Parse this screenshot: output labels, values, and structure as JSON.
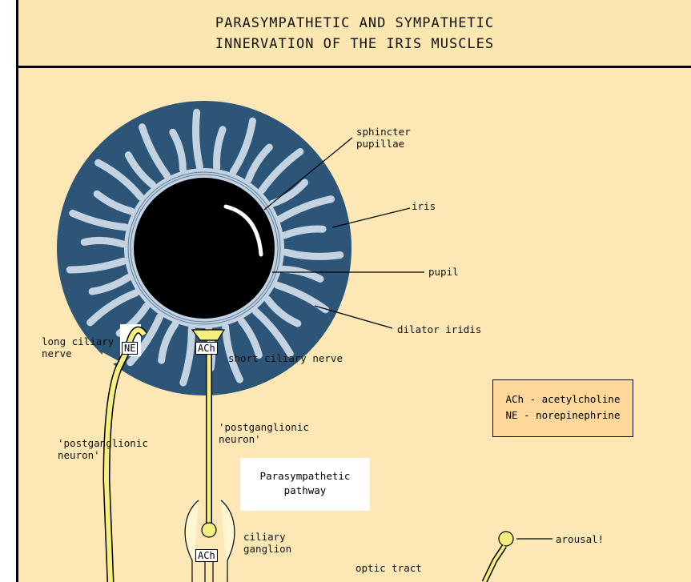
{
  "title": {
    "line1": "PARASYMPATHETIC AND SYMPATHETIC",
    "line2": "INNERVATION OF THE IRIS MUSCLES"
  },
  "labels": {
    "sphincter_line1": "sphincter",
    "sphincter_line2": "pupillae",
    "iris": "iris",
    "pupil": "pupil",
    "dilator": "dilator iridis",
    "long_ciliary_line1": "long ciliary",
    "long_ciliary_line2": "nerve",
    "short_ciliary": "short ciliary nerve",
    "postgang_left_line1": "'postganglionic",
    "postgang_left_line2": "neuron'",
    "postgang_center_line1": "'postganglionic",
    "postgang_center_line2": "neuron'",
    "ciliary_ganglion_line1": "ciliary",
    "ciliary_ganglion_line2": "ganglion",
    "optic_tract": "optic tract",
    "arousal": "arousal!"
  },
  "tags": {
    "ne": "NE",
    "ach_top": "ACh",
    "ach_bottom": "ACh"
  },
  "legend": {
    "line1": "ACh - acetylcholine",
    "line2": "NE - norepinephrine"
  },
  "pathway_box": {
    "line1": "Parasympathetic",
    "line2": "pathway"
  },
  "colors": {
    "background": "#fde8b5",
    "iris": "#2c5577",
    "iris_stripes": "#c3d3e2",
    "pupil": "#000000",
    "nerve": "#f5f07e",
    "legend_bg": "#fdd89a"
  }
}
